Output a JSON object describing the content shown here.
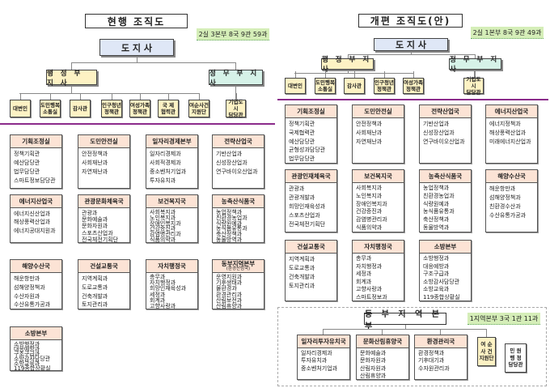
{
  "left": {
    "title": "현행 조직도",
    "badge": "2실 3본부 8국 9관 59과",
    "governor": "도 지 사",
    "vice_admin": "행 정 부 지 사",
    "vice_political": "정 무 부 지 사",
    "staff": [
      "대변인",
      "도민행복\n소통실",
      "감사관",
      "인구청년\n정책관",
      "여성가족\n정책관",
      "국 제\n협력관",
      "여순사건\n지원단"
    ],
    "political_staff": [
      "기업도시\n담당관"
    ],
    "departments": [
      {
        "name": "기획조정실",
        "items": [
          "정책기획관",
          "예산담당관",
          "법무담당관",
          "스마트정보담당관"
        ]
      },
      {
        "name": "도민안전실",
        "items": [
          "안전정책과",
          "사회재난과",
          "자연재난과"
        ]
      },
      {
        "name": "일자리경제본부",
        "items": [
          "일자리경제과",
          "사회적경제과",
          "중소벤처기업과",
          "투자유치과"
        ]
      },
      {
        "name": "전략산업국",
        "items": [
          "기반산업과",
          "신성장산업과",
          "연구바이오산업과"
        ]
      },
      {
        "name": "에너지산업국",
        "items": [
          "에너지신산업과",
          "해상풍력산업과",
          "에너지공대지원과"
        ]
      },
      {
        "name": "관광문화체육국",
        "items": [
          "관광과",
          "문화예술과",
          "문화자원과",
          "스포츠산업과",
          "전국체전기획단"
        ]
      },
      {
        "name": "보건복지국",
        "items": [
          "사회복지과",
          "노인복지과",
          "장애인복지과",
          "건강증진과",
          "감염병관리과",
          "식품의약과"
        ]
      },
      {
        "name": "농축산식품국",
        "items": [
          "농업정책과",
          "친환경농업과",
          "식량원예과",
          "농식품유통과",
          "축산정책과",
          "동물방역과"
        ]
      },
      {
        "name": "해양수산국",
        "items": [
          "해운항만과",
          "섬해양정책과",
          "수산자원과",
          "수산유통가공과"
        ]
      },
      {
        "name": "건설교통국",
        "items": [
          "지역계획과",
          "도로교통과",
          "건축개발과",
          "토지관리과"
        ]
      },
      {
        "name": "자치행정국",
        "items": [
          "총무과",
          "자치행정과",
          "희망인재육성과",
          "세정과",
          "회계과",
          "고향사랑과"
        ]
      },
      {
        "name": "동부지역본부",
        "sub": "(환경산림국)",
        "items": [
          "운영지원과",
          "기후생태과",
          "물환경과",
          "환경관리과",
          "산림보전과",
          "산림휴양과"
        ]
      },
      {
        "name": "소방본부",
        "items": [
          "소방행정과",
          "대응예방과",
          "구조구급과",
          "소방감사담당관",
          "소방교육과",
          "119종합상황실"
        ]
      }
    ]
  },
  "right": {
    "title": "개편 조직도(안)",
    "badge": "2실 1본부 8국 9관 49과",
    "governor": "도 지 사",
    "vice_admin": "행 정 부 지 사",
    "vice_political": "정 무 부 지 사",
    "staff": [
      "대변인",
      "도민행복\n소통실",
      "감사관",
      "인구청년\n정책관",
      "여성가족\n정책관"
    ],
    "political_staff": [
      "기업도시\n담당관"
    ],
    "departments": [
      {
        "name": "기획조정실",
        "items": [
          "정책기획관",
          "국제협력관",
          "예산담당관",
          "균형성과담당관",
          "법무담당관"
        ]
      },
      {
        "name": "도민안전실",
        "items": [
          "안전정책과",
          "사회재난과",
          "자연재난과"
        ]
      },
      {
        "name": "전략산업국",
        "items": [
          "기반산업과",
          "신성장산업과",
          "연구바이오산업과"
        ]
      },
      {
        "name": "에너지산업국",
        "items": [
          "에너지정책과",
          "해상풍력산업과",
          "미래에너지산업과"
        ]
      },
      {
        "name": "관광인재체육국",
        "items": [
          "관광과",
          "관광개발과",
          "희망인재육성과",
          "스포츠산업과",
          "전국체전기획단"
        ]
      },
      {
        "name": "보건복지국",
        "items": [
          "사회복지과",
          "노인복지과",
          "장애인복지과",
          "건강증진과",
          "감염병관리과",
          "식품의약과"
        ]
      },
      {
        "name": "농축산식품국",
        "items": [
          "농업정책과",
          "친환경농업과",
          "식량원예과",
          "농식품유통과",
          "축산정책과",
          "동물방역과"
        ]
      },
      {
        "name": "해양수산국",
        "items": [
          "해운항만과",
          "섬해양정책과",
          "친환경수산과",
          "수산유통가공과"
        ]
      },
      {
        "name": "건설교통국",
        "items": [
          "지역계획과",
          "도로교통과",
          "건축개발과",
          "토지관리과"
        ]
      },
      {
        "name": "자치행정국",
        "items": [
          "총무과",
          "자치행정과",
          "세정과",
          "회계과",
          "고향사랑과",
          "스마트정보과"
        ]
      },
      {
        "name": "소방본부",
        "items": [
          "소방행정과",
          "대응예방과",
          "구조구급과",
          "소방감사담당관",
          "소방교육과",
          "119종합상황실"
        ]
      }
    ],
    "east_hq": {
      "title": "동 부 지 역 본 부",
      "badge": "1지역본부 3국 1관 11과",
      "departments": [
        {
          "name": "일자리투자유치국",
          "items": [
            "일자리경제과",
            "투자유치과",
            "중소벤처기업과"
          ]
        },
        {
          "name": "문화산림휴양국",
          "items": [
            "문화예술과",
            "문화자원과",
            "산림자원과",
            "산림휴양과"
          ]
        },
        {
          "name": "환경관리국",
          "items": [
            "환경정책과",
            "기후대기과",
            "수자원관리과"
          ]
        }
      ],
      "special": [
        "여 순\n사 건\n지원단",
        "민 원\n행 정\n담당관"
      ]
    }
  },
  "colors": {
    "divider": "#8b2b8b",
    "header": "#fce3d5",
    "governor": "#dfe7f6",
    "admin": "#fdf2c4",
    "political": "#d6f2e8",
    "badge": "#d5eeb8"
  }
}
